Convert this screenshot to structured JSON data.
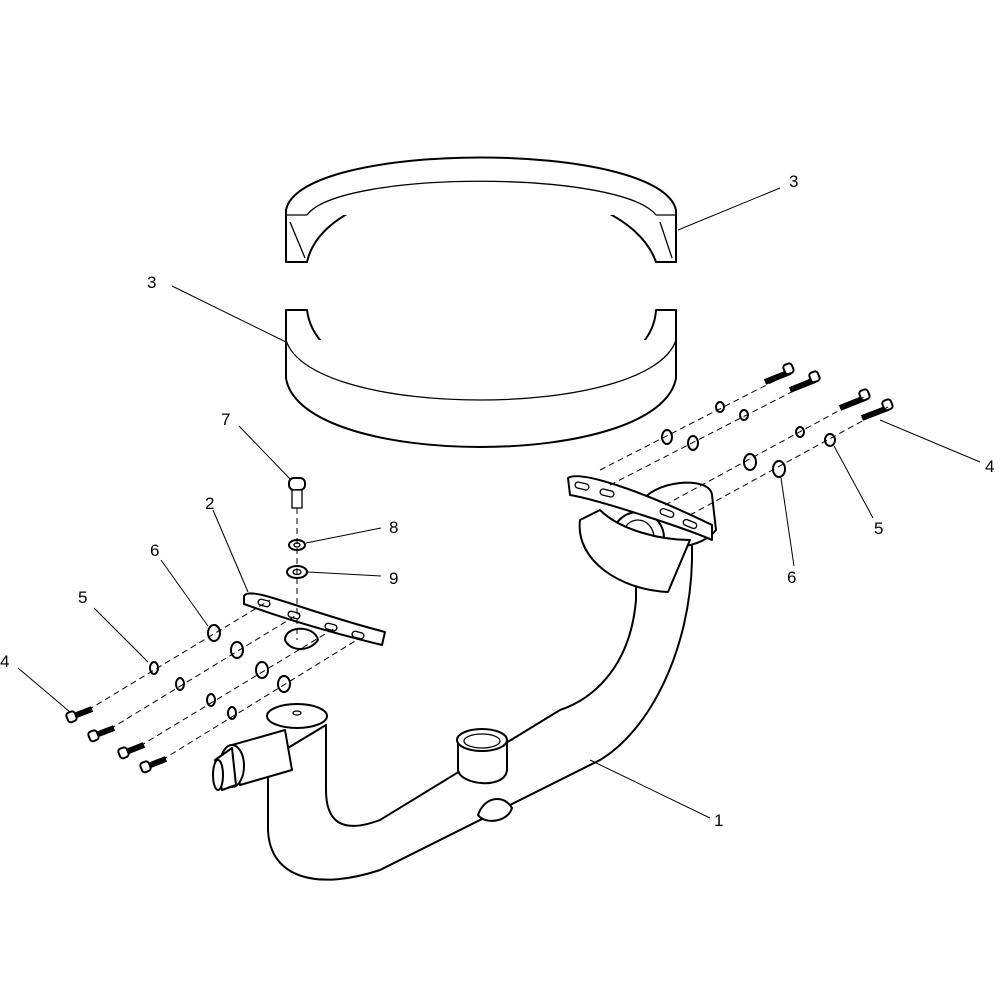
{
  "callouts": {
    "c1": "1",
    "c2": "2",
    "c3a": "3",
    "c3b": "3",
    "c4r": "4",
    "c4l": "4",
    "c5r": "5",
    "c5l": "5",
    "c6r": "6",
    "c6l": "6",
    "c7": "7",
    "c8": "8",
    "c9": "9"
  }
}
